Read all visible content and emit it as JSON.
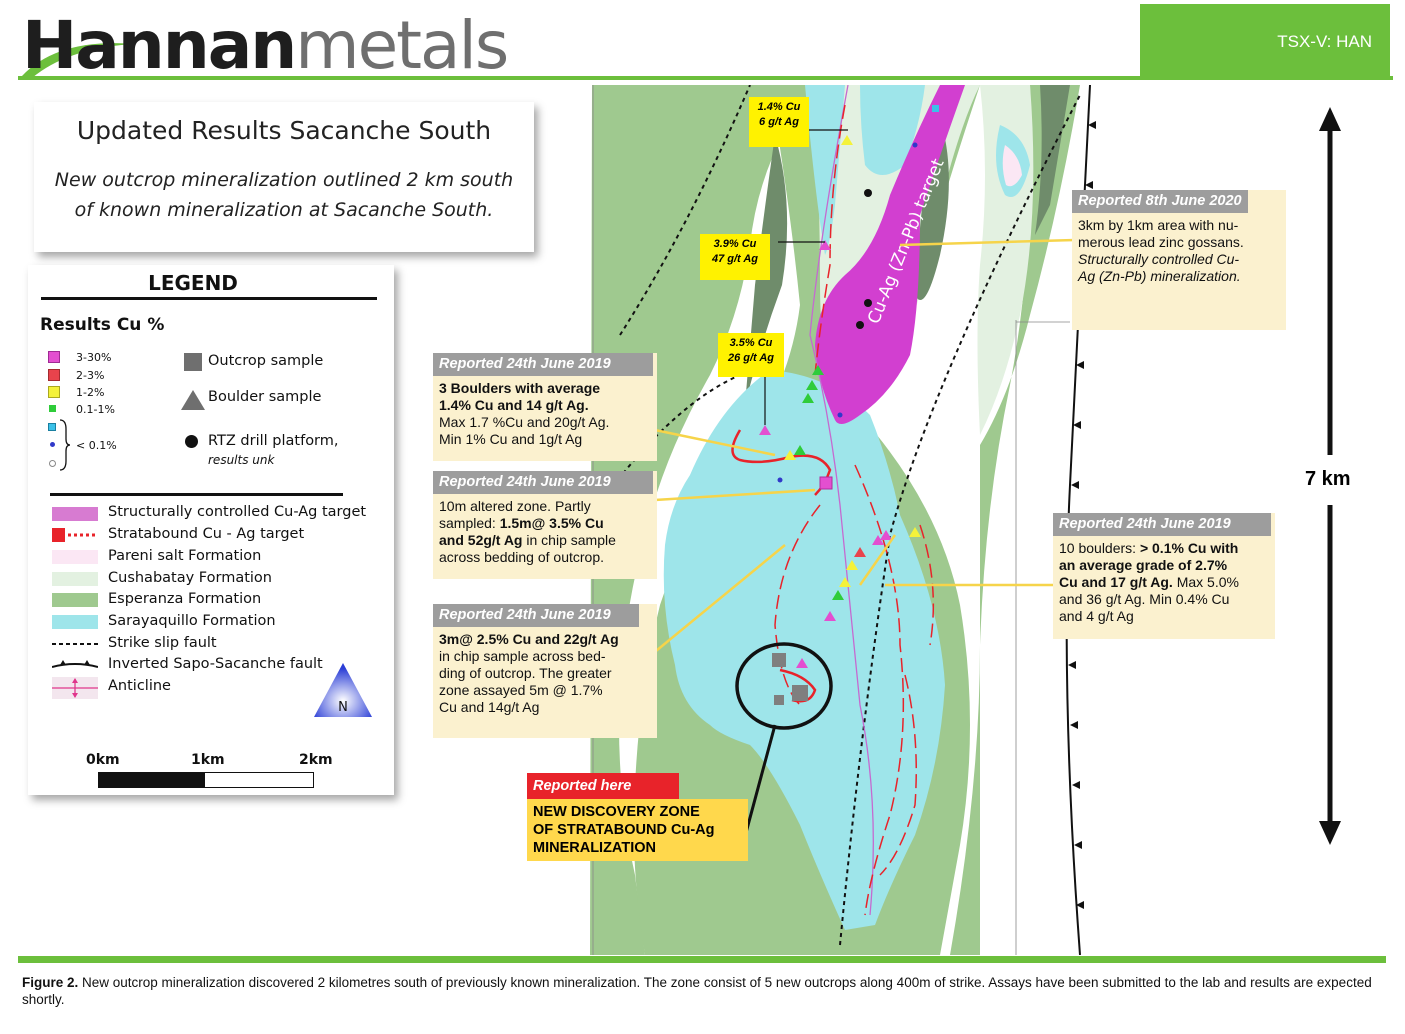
{
  "header": {
    "logo_bold": "Hannan",
    "logo_light": "metals",
    "ticker": "TSX-V: HAN",
    "brand_green": "#6cbf3c"
  },
  "title_box": {
    "title": "Updated Results Sacanche South",
    "subtitle": "New outcrop mineralization outlined 2 km south of known mineralization at Sacanche South."
  },
  "legend": {
    "title": "LEGEND",
    "results_title": "Results Cu %",
    "grades": [
      {
        "label": "3-30%",
        "color": "#e34fd0"
      },
      {
        "label": "2-3%",
        "color": "#e8434c"
      },
      {
        "label": "1-2%",
        "color": "#f4f23a"
      },
      {
        "label": "0.1-1%",
        "color": "#2fcc3a"
      }
    ],
    "low_label": "< 0.1%",
    "outcrop_label": "Outcrop sample",
    "boulder_label": "Boulder sample",
    "drill_label": "RTZ drill platform,",
    "drill_sub": "results unk",
    "formations": [
      {
        "label": "Structurally controlled Cu-Ag target",
        "color": "#d77bd1"
      },
      {
        "label": "Stratabound Cu - Ag target",
        "color": "#e8232a"
      },
      {
        "label": "Pareni salt Formation",
        "color": "#fbe7f4"
      },
      {
        "label": "Cushabatay Formation",
        "color": "#e3f1e1"
      },
      {
        "label": "Esperanza Formation",
        "color": "#9fc98f"
      },
      {
        "label": "Sarayaquillo Formation",
        "color": "#9ee5ea"
      },
      {
        "label": "Strike slip fault",
        "color": "#111111"
      },
      {
        "label": "Inverted Sapo-Sacanche fault",
        "color": "#111111"
      },
      {
        "label": "Anticline",
        "color": "#e0368c"
      }
    ],
    "north": "N",
    "scale": [
      "0km",
      "1km",
      "2km"
    ]
  },
  "map": {
    "target_label": "Cu-Ag (Zn-Pb) target",
    "scale_label": "7 km",
    "labels": [
      {
        "line1": "1.4% Cu",
        "line2": "6 g/t Ag"
      },
      {
        "line1": "3.9% Cu",
        "line2": "47 g/t Ag"
      },
      {
        "line1": "3.5% Cu",
        "line2": "26 g/t Ag"
      }
    ],
    "colors": {
      "sarayaquillo": "#9ee5ea",
      "esperanza": "#9fc98f",
      "cushabatay": "#e3f1e1",
      "target": "#d23fd0",
      "stratabound": "#e8232a"
    }
  },
  "callouts": {
    "c2020": {
      "head": "Reported 8th June 2020",
      "l1": "3km by 1km area with nu-",
      "l2": "merous lead zinc gossans.",
      "l3": "Structurally controlled Cu-",
      "l4": "Ag (Zn-Pb) mineralization."
    },
    "c2019a": {
      "head": "Reported 24th June 2019",
      "l1": "3 Boulders with average",
      "l2": "1.4% Cu and 14 g/t Ag.",
      "l3": "Max 1.7 %Cu and 20g/t Ag.",
      "l4": "Min 1% Cu and 1g/t Ag"
    },
    "c2019b": {
      "head": "Reported 24th June 2019",
      "l1": "10m altered zone. Partly",
      "l2a": "sampled: ",
      "l2b": "1.5m@ 3.5% Cu",
      "l3a": "and 52g/t Ag",
      "l3b": " in chip sample",
      "l4": "across bedding of outcrop."
    },
    "c2019c": {
      "head": "Reported 24th June 2019",
      "l1": "3m@ 2.5% Cu and 22g/t Ag",
      "l2": "in chip sample across bed-",
      "l3": "ding of outcrop. The greater",
      "l4": "zone assayed 5m @ 1.7%",
      "l5": "Cu and 14g/t Ag"
    },
    "c2019d": {
      "head": "Reported 24th June 2019",
      "l1a": "10 boulders: ",
      "l1b": "> 0.1% Cu with",
      "l2": "an average grade of 2.7%",
      "l3a": "Cu and 17 g/t Ag.",
      "l3b": " Max 5.0%",
      "l4": "and 36 g/t Ag. Min 0.4% Cu",
      "l5": "and 4 g/t Ag"
    },
    "new_zone": {
      "head": "Reported here",
      "l1": "NEW DISCOVERY ZONE",
      "l2": "OF STRATABOUND Cu-Ag",
      "l3": "MINERALIZATION"
    }
  },
  "caption": {
    "fig": "Figure 2.",
    "text": " New outcrop mineralization discovered 2 kilometres south of previously known mineralization. The zone consist of 5 new outcrops along 400m of strike. Assays have been submitted to the lab and results are expected shortly."
  }
}
